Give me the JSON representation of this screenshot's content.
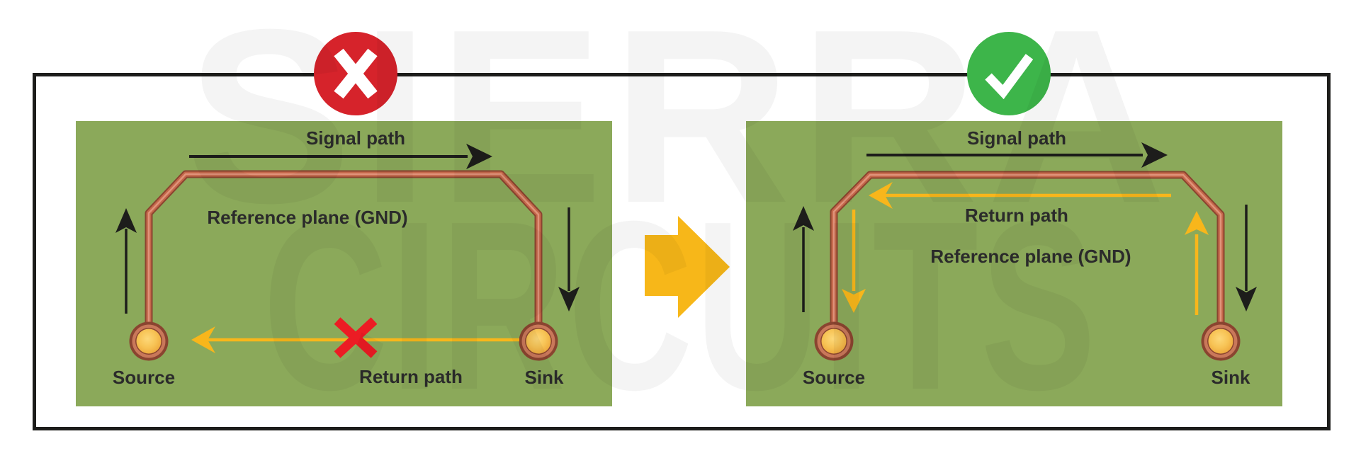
{
  "watermark": {
    "line1": "SIERRA",
    "line2": "CIRCUITS"
  },
  "colors": {
    "background": "#ffffff",
    "frame_border": "#1d1d1b",
    "board_green": "#8ba95a",
    "copper_dark": "#8a4430",
    "copper_mid": "#c4674a",
    "copper_highlight": "#e0937a",
    "pad_ring_copper": "#c9785a",
    "pad_yellow_light": "#fdd879",
    "pad_yellow_dark": "#eda63a",
    "arrow_black": "#1d1d1b",
    "arrow_yellow": "#f8b61b",
    "transition_arrow_yellow": "#f7b719",
    "cross_red": "#ec1c24",
    "wrong_icon_red": "#d6232b",
    "correct_icon_green": "#3db54a",
    "icon_glyph_white": "#ffffff",
    "label_text": "#2b2b2b"
  },
  "left_panel": {
    "status_icon": "cross-icon",
    "signal_path_label": "Signal path",
    "reference_plane_label": "Reference plane (GND)",
    "return_path_label": "Return path",
    "source_label": "Source",
    "sink_label": "Sink"
  },
  "right_panel": {
    "status_icon": "check-icon",
    "signal_path_label": "Signal path",
    "reference_plane_label": "Reference plane (GND)",
    "return_path_label": "Return path",
    "source_label": "Source",
    "sink_label": "Sink"
  }
}
